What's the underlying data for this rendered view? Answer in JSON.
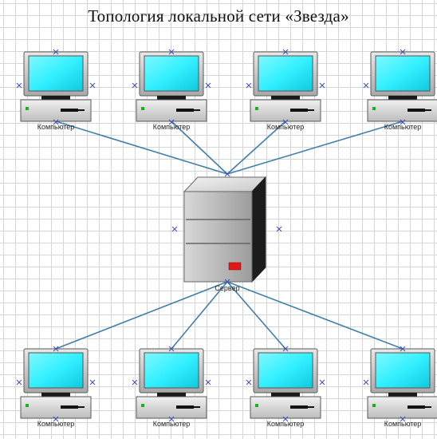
{
  "title": "Топология локальной сети «Звезда»",
  "colors": {
    "screen": "#33f0ff",
    "cable": "#3f7fa8",
    "server_indicator": "#e01818"
  },
  "server": {
    "label": "Сервер"
  },
  "computers_top": [
    {
      "label": "Компьютер"
    },
    {
      "label": "Компьютер"
    },
    {
      "label": "Компьютер"
    },
    {
      "label": "Компьютер"
    }
  ],
  "computers_bottom": [
    {
      "label": "Компьютер"
    },
    {
      "label": "Компьютер"
    },
    {
      "label": "Компьютер"
    },
    {
      "label": "Компьютер"
    }
  ]
}
